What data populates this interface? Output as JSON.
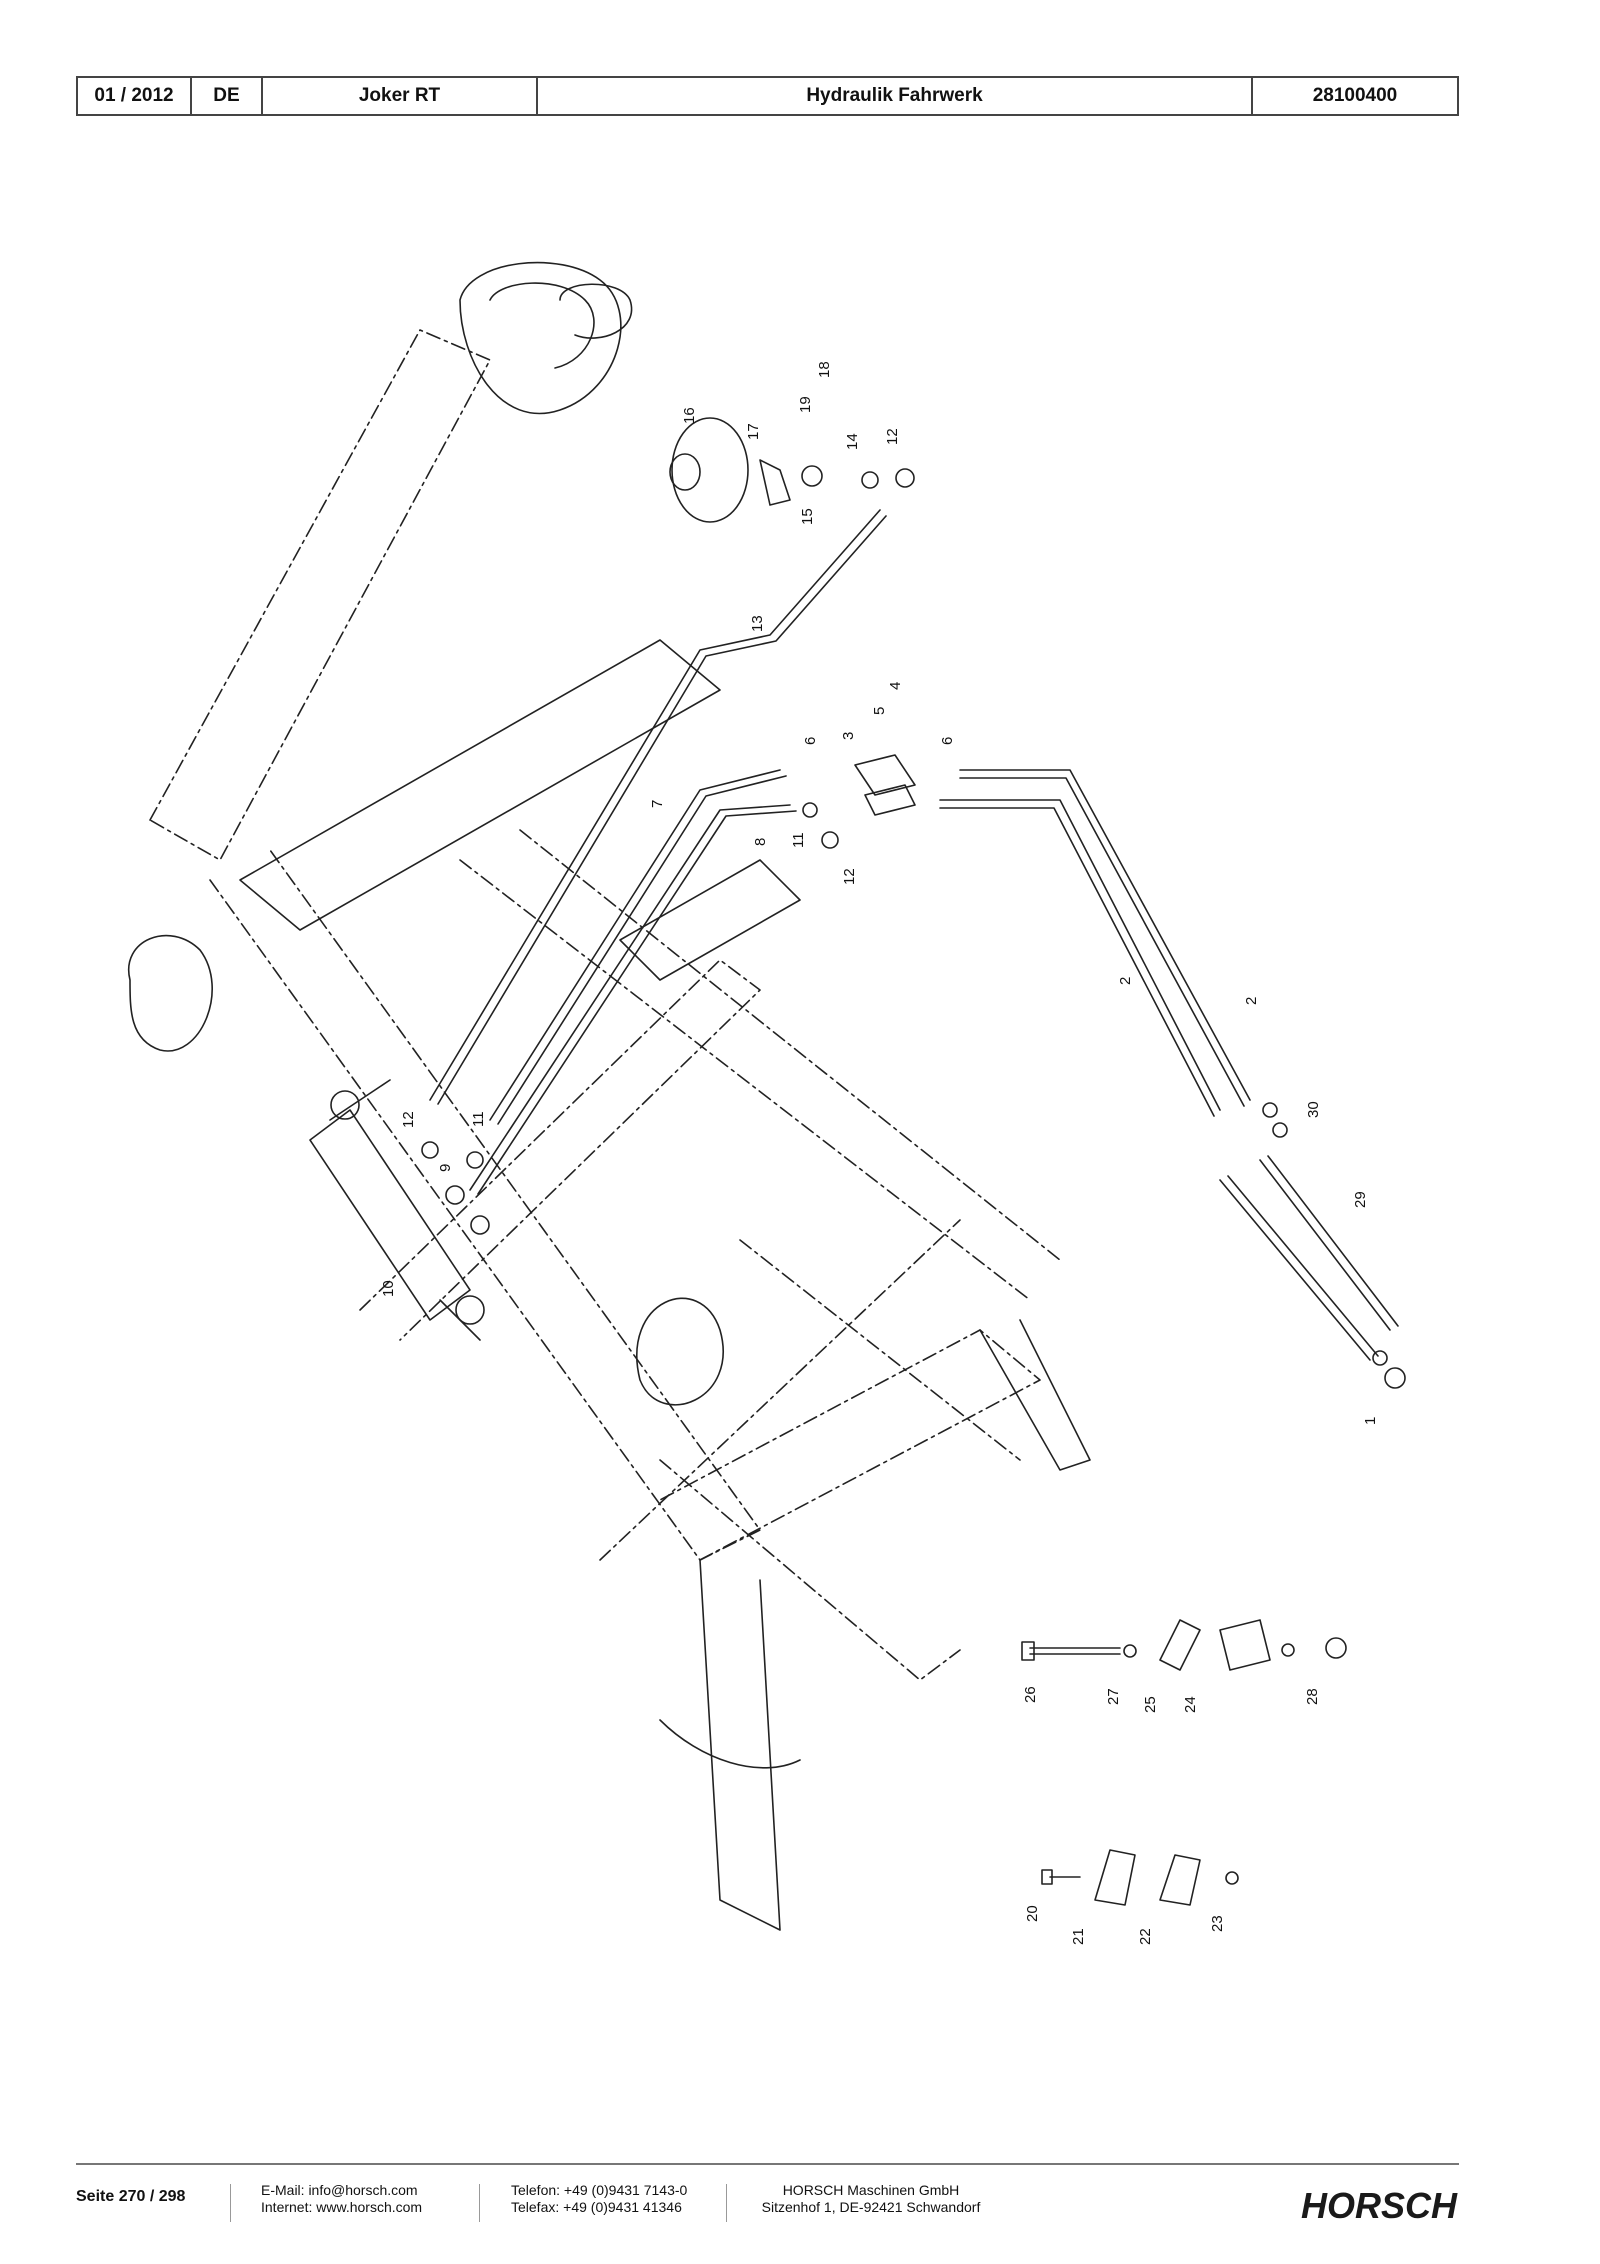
{
  "header": {
    "date": "01 / 2012",
    "language": "DE",
    "model": "Joker RT",
    "title": "Hydraulik Fahrwerk",
    "doc_number": "28100400"
  },
  "callouts": {
    "c1": "1",
    "c2a": "2",
    "c2b": "2",
    "c3": "3",
    "c4": "4",
    "c5": "5",
    "c6a": "6",
    "c6b": "6",
    "c7": "7",
    "c8": "8",
    "c9": "9",
    "c10": "10",
    "c11a": "11",
    "c11b": "11",
    "c12a": "12",
    "c12b": "12",
    "c12c": "12",
    "c13": "13",
    "c14": "14",
    "c15": "15",
    "c16": "16",
    "c17": "17",
    "c18": "18",
    "c19": "19",
    "c20": "20",
    "c21": "21",
    "c22": "22",
    "c23": "23",
    "c24": "24",
    "c25": "25",
    "c26": "26",
    "c27": "27",
    "c28": "28",
    "c29": "29",
    "c30": "30"
  },
  "footer": {
    "page": "Seite 270 / 298",
    "email": "E-Mail: info@horsch.com",
    "internet": "Internet: www.horsch.com",
    "telefon": "Telefon: +49 (0)9431 7143-0",
    "telefax": "Telefax: +49 (0)9431 41346",
    "company": "HORSCH Maschinen GmbH",
    "address": "Sitzenhof 1, DE-92421 Schwandorf",
    "logo_text": "HORSCH"
  }
}
